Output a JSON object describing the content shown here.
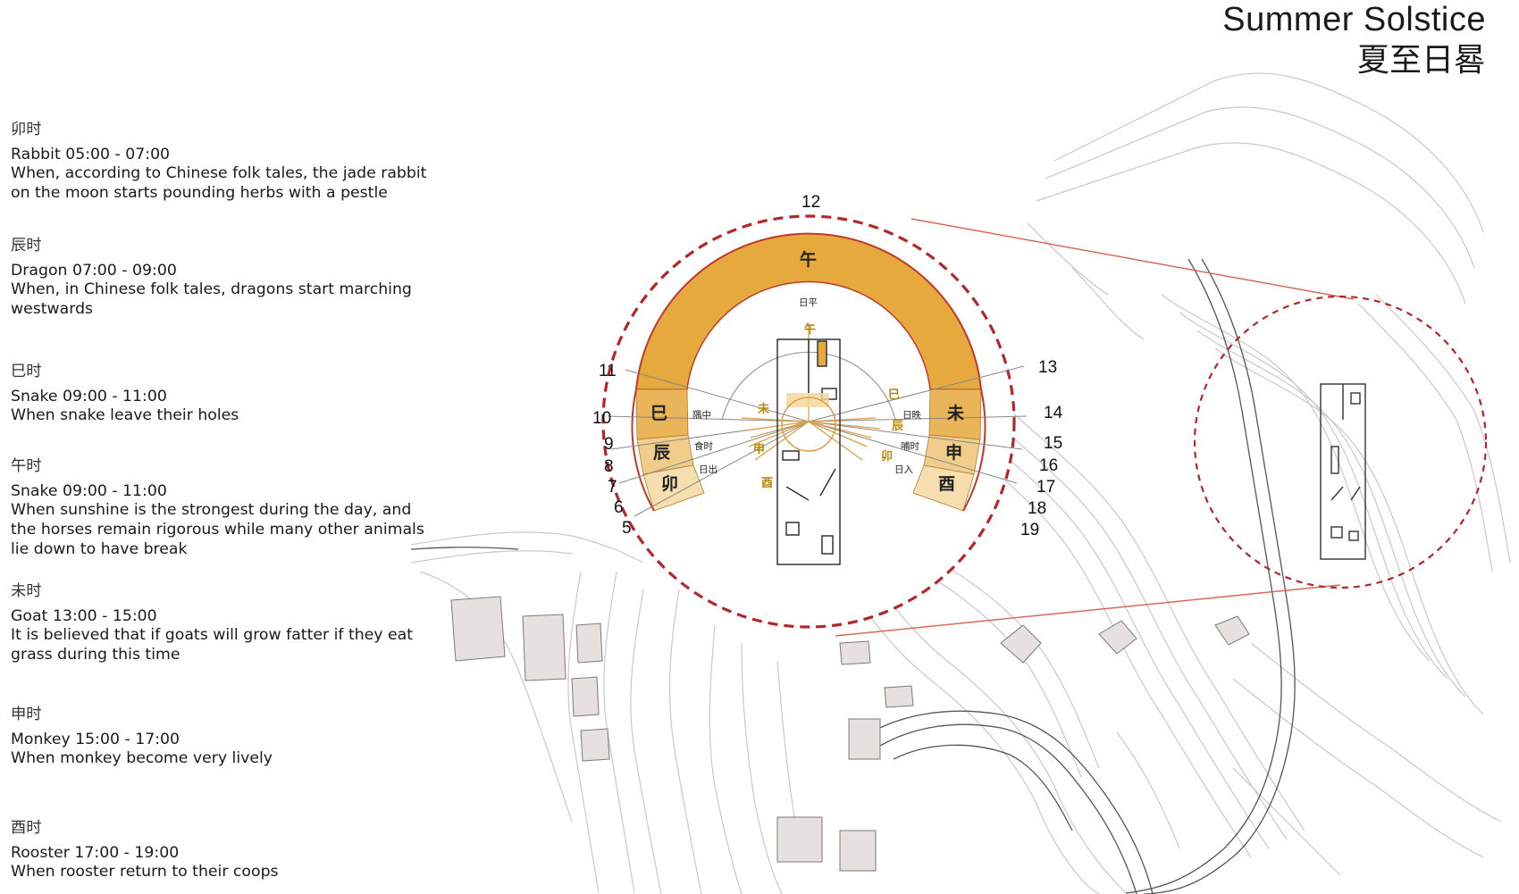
{
  "title": {
    "en": "Summer Solstice",
    "zh": "夏至日晷"
  },
  "legend": [
    {
      "zh": "卯时",
      "line": "Rabbit 05:00 - 07:00",
      "desc": [
        "When, according to Chinese folk tales, the jade rabbit",
        "on the moon starts pounding herbs with a pestle"
      ]
    },
    {
      "zh": "辰时",
      "line": "Dragon 07:00 - 09:00",
      "desc": [
        "When, in Chinese folk tales, dragons start marching",
        "westwards"
      ]
    },
    {
      "zh": "巳时",
      "line": "Snake 09:00 - 11:00",
      "desc": [
        "When snake leave their holes"
      ]
    },
    {
      "zh": "午时",
      "line": "Snake 09:00 - 11:00",
      "desc": [
        "When sunshine is the strongest during the day, and",
        "the horses remain rigorous while many other animals",
        "lie down to have break"
      ]
    },
    {
      "zh": "未时",
      "line": "Goat 13:00 - 15:00",
      "desc": [
        "It is believed that if goats will grow fatter if they eat",
        "grass during this time"
      ]
    },
    {
      "zh": "申时",
      "line": "Monkey 15:00 - 17:00",
      "desc": [
        "When monkey become very lively"
      ]
    },
    {
      "zh": "酉时",
      "line": "Rooster 17:00 - 19:00",
      "desc": [
        "When rooster return to their coops"
      ]
    }
  ],
  "sundial": {
    "hour_numbers": [
      "12",
      "11",
      "13",
      "10",
      "14",
      "9",
      "15",
      "8",
      "16",
      "7",
      "17",
      "6",
      "18",
      "5",
      "19"
    ],
    "branches": {
      "wu": "午",
      "si": "巳",
      "chen": "辰",
      "mao": "卯",
      "wei": "未",
      "shen": "申",
      "you": "酉"
    },
    "inner_labels": {
      "riping": "日平",
      "yuzhong": "隅中",
      "shishi": "食时",
      "richu": "日出",
      "rieying": "日昳",
      "bushi": "哺时",
      "riru": "日入"
    },
    "shadow_labels": {
      "wu": "午",
      "wei": "未",
      "shen": "申",
      "you": "酉",
      "si": "巳",
      "chen": "辰",
      "mao": "卯"
    },
    "colors": {
      "outer_ring": "#e6a93e",
      "side_ring": "#f0cd8a",
      "ray": "#d9a04a",
      "dashed_circle": "#b3262a",
      "leader_line": "#d46a5a",
      "contour": "#bdbdbd"
    }
  }
}
